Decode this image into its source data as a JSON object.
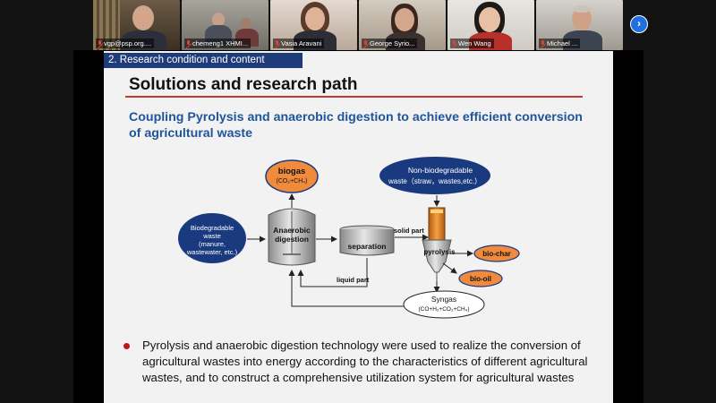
{
  "participants": [
    {
      "name": "vgp@psp.org....",
      "bg": "#7a6a50"
    },
    {
      "name": "chemeng1 XHMI...",
      "bg": "#8c8a84"
    },
    {
      "name": "Vasia Aravani",
      "bg": "#c9b6a8"
    },
    {
      "name": "George Syrio...",
      "bg": "#bfb5a6"
    },
    {
      "name": "Wen Wang",
      "bg": "#d8d4cf"
    },
    {
      "name": "Michael ...",
      "bg": "#b7b1ab"
    }
  ],
  "nav": {
    "next_icon": "chevron-right-icon"
  },
  "slide": {
    "section_tab": "2. Research condition and content",
    "title": "Solutions and research path",
    "subtitle": "Coupling Pyrolysis and anaerobic digestion to achieve efficient conversion of agricultural waste",
    "diagram": {
      "biogas": "biogas",
      "biogas_formula": "(CO₂+CH₄)",
      "biodegradable_line1": "Biodegradable",
      "biodegradable_line2": "waste",
      "biodegradable_line3": "(manure,",
      "biodegradable_line4": "wastewater, etc.)",
      "anaerobic_line1": "Anaerobic",
      "anaerobic_line2": "digestion",
      "separation": "separation",
      "solid_part": "solid part",
      "liquid_part": "liquid part",
      "nonbio_line1": "Non-biodegradable",
      "nonbio_line2": "waste（straw，wastes,etc.）",
      "pyrolysis": "pyrolysis",
      "biochar": "bio-char",
      "biooil": "bio-oil",
      "syngas": "Syngas",
      "syngas_formula": "(CO+H₂+CO₂+CH₄)"
    },
    "bullet": "Pyrolysis and anaerobic digestion technology were used to realize the conversion of agricultural wastes into energy according to the characteristics of different agricultural wastes, and to construct a comprehensive utilization system for agricultural wastes"
  },
  "colors": {
    "accent_orange": "#f08a3c",
    "dark_blue": "#1a3a80",
    "title_rule": "#c33a2e",
    "subtitle_blue": "#1f5599",
    "section_tab": "#1f3c7a"
  }
}
